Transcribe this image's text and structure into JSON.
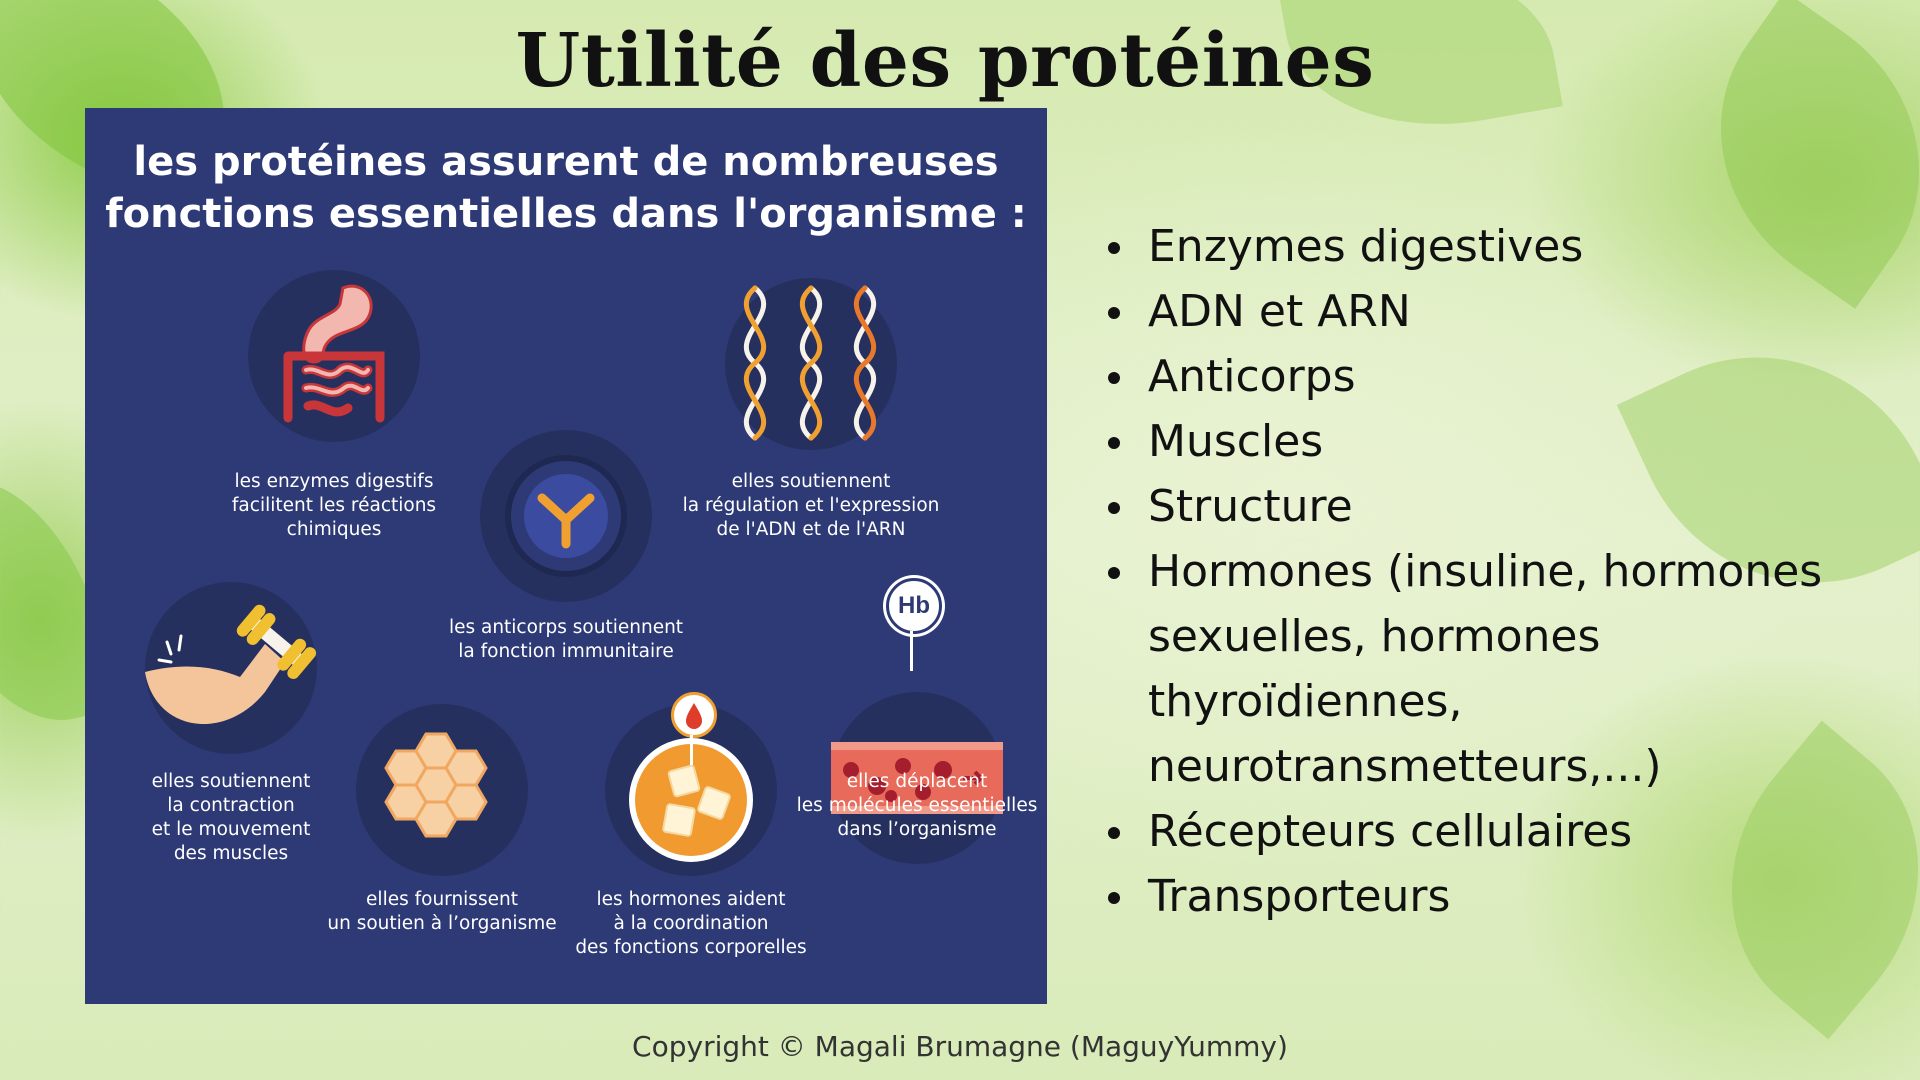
{
  "slide": {
    "title": "Utilité des protéines",
    "copyright": "Copyright © Magali Brumagne (MaguyYummy)"
  },
  "infographic": {
    "heading_line1": "les protéines assurent de nombreuses",
    "heading_line2": "fonctions essentielles dans l'organisme :",
    "captions": {
      "digestion": "les enzymes digestifs\nfacilitent les réactions\nchimiques",
      "dna": "elles soutiennent\nla régulation et l'expression\nde l'ADN et de l'ARN",
      "antibody": "les anticorps soutiennent\nla fonction immunitaire",
      "muscle": "elles soutiennent\nla contraction\net le mouvement\ndes muscles",
      "transport": "elles déplacent\nles molécules essentielles\ndans l’organisme",
      "structure": "elles fournissent\nun soutien à l’organisme",
      "hormones": "les hormones aident\nà la coordination\ndes fonctions corporelles"
    },
    "hb_label": "Hb",
    "icons": [
      "digestive-system-icon",
      "dna-icon",
      "antibody-icon",
      "muscle-arm-icon",
      "blood-vessel-icon",
      "honeycomb-icon",
      "hormone-cell-icon"
    ],
    "colors": {
      "panel": "#2e3a76",
      "disc": "#26305f",
      "accent_orange": "#f0a030",
      "accent_red": "#c9363a"
    }
  },
  "bullets": [
    "Enzymes digestives",
    "ADN et ARN",
    "Anticorps",
    "Muscles",
    "Structure",
    "Hormones (insuline, hormones sexuelles, hormones thyroïdiennes, neurotransmetteurs,...)",
    "Récepteurs cellulaires",
    "Transporteurs"
  ]
}
